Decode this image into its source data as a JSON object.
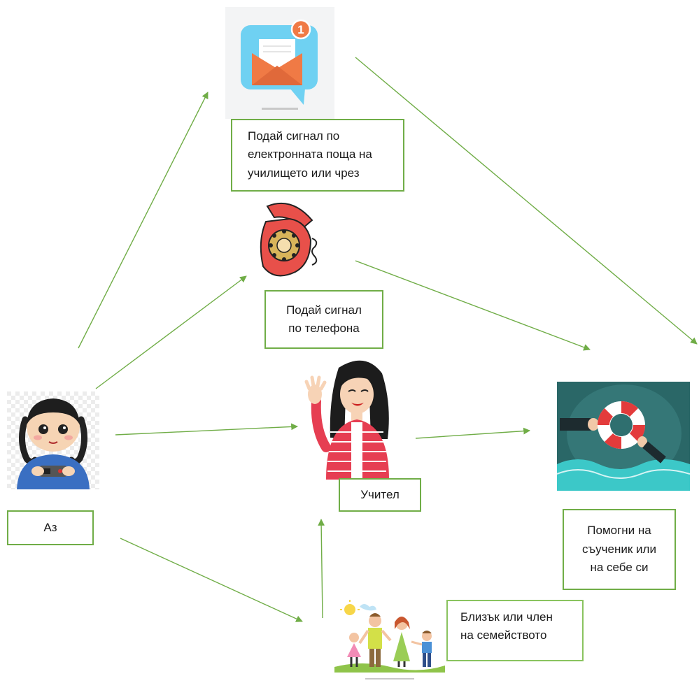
{
  "nodes": {
    "email": {
      "lines": [
        "Подай сигнал по",
        "електронната поща на",
        "училището  или чрез"
      ]
    },
    "phone": {
      "lines": [
        "Подай сигнал",
        "по телефона"
      ]
    },
    "me": {
      "label": "Аз"
    },
    "teacher": {
      "label": "Учител"
    },
    "help": {
      "lines": [
        "Помогни на",
        "съученик или",
        "на себе си"
      ]
    },
    "family": {
      "lines": [
        "Близък или член",
        "на семейството"
      ]
    }
  },
  "badges": {
    "email_count": "1"
  },
  "edges": [
    {
      "from": "me",
      "to": "email"
    },
    {
      "from": "me",
      "to": "phone"
    },
    {
      "from": "me",
      "to": "teacher"
    },
    {
      "from": "me",
      "to": "family"
    },
    {
      "from": "family",
      "to": "teacher"
    },
    {
      "from": "teacher",
      "to": "help"
    },
    {
      "from": "phone",
      "to": "help"
    },
    {
      "from": "email",
      "to": "help"
    }
  ],
  "colors": {
    "border": "#70ad47",
    "arrow": "#70ad47",
    "email_tile": "#6fd1f2",
    "envelope": "#f07a45",
    "badge": "#f07a45",
    "phone": "#e8504a",
    "lifebuoy_bg": "#2a6767"
  }
}
